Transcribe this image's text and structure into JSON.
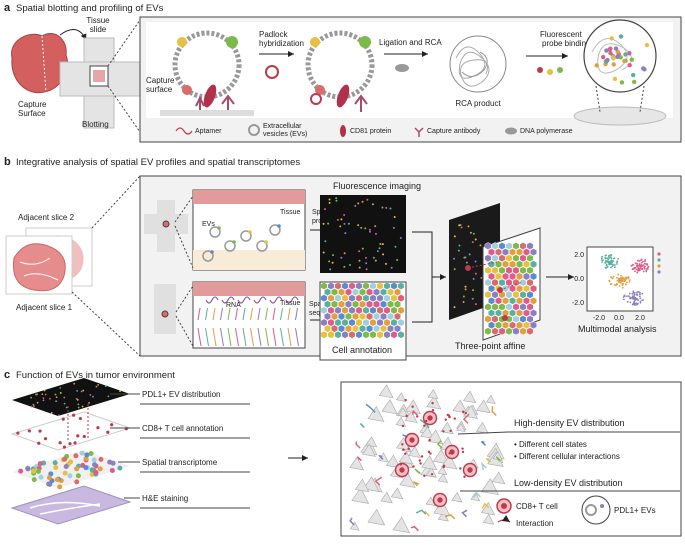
{
  "colors": {
    "panel_bg": "#f2f2f2",
    "frame": "#444444",
    "tissue": "#d96b6b",
    "ev_red": "#c0394b",
    "ev_green": "#7cbb4a",
    "ev_yellow": "#e8c040",
    "probe_bg": "#e6e6e6"
  },
  "panel_a": {
    "letter": "a",
    "title": "Spatial blotting and profiling of EVs",
    "tissue_slide": [
      "Tissue",
      "slide"
    ],
    "capture_surface_left": [
      "Capture",
      "Surface"
    ],
    "blotting": "Blotting",
    "padlock": [
      "Padlock",
      "hybridization"
    ],
    "ligation": "Ligation and RCA",
    "fluorescent": [
      "Fluorescent",
      "probe binding"
    ],
    "capture_surface_box": [
      "Capture",
      "surface"
    ],
    "rca_product": "RCA product",
    "legend": {
      "aptamer": "Aptamer",
      "evs": [
        "Extracellular",
        "vesicles (EVs)"
      ],
      "cd81": "CD81 protein",
      "antibody": "Capture antibody",
      "polymerase": "DNA polymerase"
    }
  },
  "panel_b": {
    "letter": "b",
    "title": "Integrative analysis of spatial EV profiles and spatial transcriptomes",
    "slice2": "Adjacent slice 2",
    "slice1": "Adjacent slice 1",
    "tissue": "Tissue",
    "evs": "EVs",
    "rna": "RNA",
    "spatial_ev": [
      "Spatial EV",
      "profiling"
    ],
    "spatial_rna": [
      "Spatial RNA",
      "sequencing"
    ],
    "fluorescence": "Fluorescence imaging",
    "cell_annotation": "Cell annotation",
    "three_point": "Three-point affine",
    "multimodal": "Multimodal analysis",
    "scatter_x_ticks": [
      "-2.0",
      "0.0",
      "2.0"
    ],
    "scatter_y_ticks": [
      "2.0",
      "0.0",
      "-2.0"
    ]
  },
  "panel_c": {
    "letter": "c",
    "title": "Function of EVs in tumor environment",
    "layers": [
      "PDL1+ EV distribution",
      "CD8+ T cell annotation",
      "Spatial transcriptome",
      "H&E staining"
    ],
    "high_density": "High-density EV distribution",
    "bullet1": "• Different cell states",
    "bullet2": "• Different cellular interactions",
    "low_density": "Low-density EV distribution",
    "cd8": "CD8+ T cell",
    "interaction": "Interaction",
    "pdl1": "PDL1+ EVs"
  }
}
